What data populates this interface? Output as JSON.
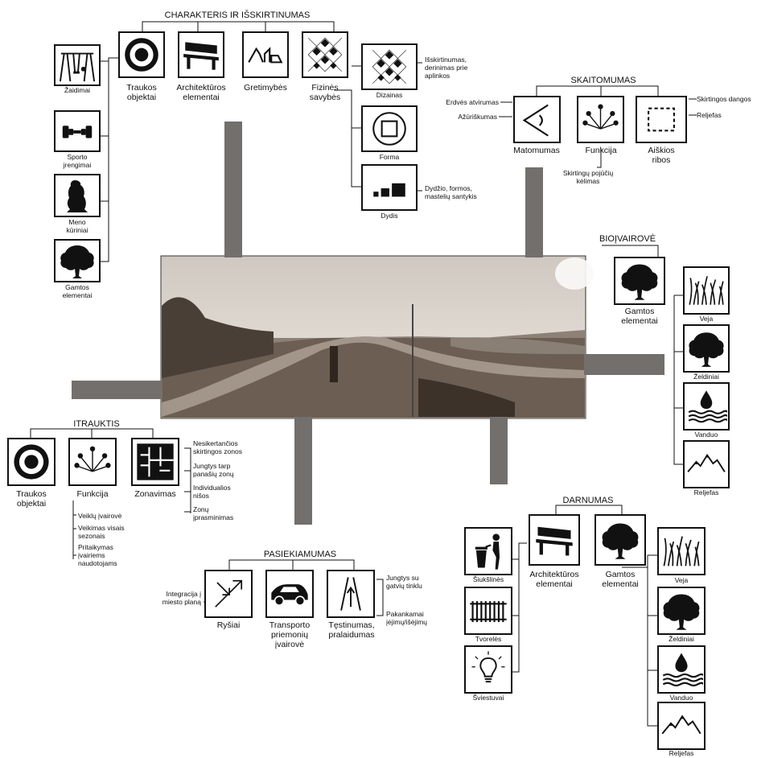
{
  "sections": {
    "charakteris": {
      "title": "CHARAKTERIS IR IŠSKIRTINUMAS",
      "zaidimai": "Žaidimai",
      "sporto": "Sporto\njrengimai",
      "meno": "Meno\nkūriniai",
      "gamtos": "Gamtos\nelementai",
      "traukos": "Traukos\nobjektai",
      "architekturos": "Architektūros\nelementai",
      "gretimybes": "Gretimybės",
      "fizines": "Fizinės\nsavybės",
      "dizainas": "Dizainas",
      "dizainas_note": "Išskirtinumas,\nderinimas prie\naplinkos",
      "forma": "Forma",
      "dydis": "Dydis",
      "dydis_note": "Dydžio, formos,\nmastelių santykis"
    },
    "skaitomumas": {
      "title": "SKAITOMUMAS",
      "matomumas": "Matomumas",
      "funkcija": "Funkcija",
      "aiskios": "Aiškios\nribos",
      "erdves": "Erdvės atvirumas",
      "azuriskumas": "Ažūriškumas",
      "pojuciu": "Skirtingų pojūčių\nkėlimas",
      "dangos": "Skirtingos dangos",
      "reljefas": "Reljefas"
    },
    "bioivairove": {
      "title": "BIOĮVAIROVĖ",
      "gamtos": "Gamtos\nelementai",
      "veja": "Veja",
      "zeldiniai": "Želdiniai",
      "vanduo": "Vanduo",
      "reljefas": "Reljefas"
    },
    "itrauktis": {
      "title": "ITRAUKTIS",
      "traukos": "Traukos\nobjektai",
      "funkcija": "Funkcija",
      "zonavimas": "Zonavimas",
      "zonos1": "Nesikertančios\nskirtingos zonos",
      "zonos2": "Jungtys tarp\npanašių zonų",
      "zonos3": "Individualios\nnišos",
      "zonos4": "Zonų\nįprasminimas",
      "f1": "Veiklų įvairovė",
      "f2": "Veikimas visais\nsezonais",
      "f3": "Pritaikymas\nįvairiems\nnaudotojams"
    },
    "pasiekiamumas": {
      "title": "PASIEKIAMUMAS",
      "integracija": "Integracija į\nmiesto planą",
      "rysiai": "Ryšiai",
      "transporto": "Transporto\npriemonių\nįvairovė",
      "testinumas": "Tęstinumas,\npralaidumas",
      "jungtys": "Jungtys su\ngatvių tinklu",
      "pakankamai": "Pakankamai\nįėjimų/išėjimų"
    },
    "darnumas": {
      "title": "DARNUMAS",
      "siuksl": "Šiukšlinės",
      "tvoreles": "Tvorelės",
      "sviestuvai": "Šviestuvai",
      "architekturos": "Architektūros\nelementai",
      "gamtos": "Gamtos\nelementai",
      "veja": "Veja",
      "zeldiniai": "Želdiniai",
      "vanduo": "Vanduo",
      "reljefas": "Reljefas"
    }
  }
}
